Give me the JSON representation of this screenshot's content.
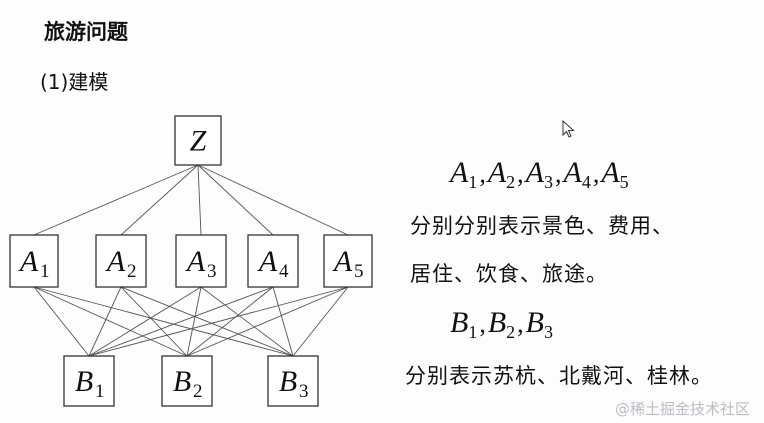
{
  "header": {
    "title": "旅游问题",
    "subtitle": "(1)建模"
  },
  "diagram": {
    "root": {
      "letter": "Z",
      "sub": ""
    },
    "criteria": [
      {
        "letter": "A",
        "sub": "1"
      },
      {
        "letter": "A",
        "sub": "2"
      },
      {
        "letter": "A",
        "sub": "3"
      },
      {
        "letter": "A",
        "sub": "4"
      },
      {
        "letter": "A",
        "sub": "5"
      }
    ],
    "alternatives": [
      {
        "letter": "B",
        "sub": "1"
      },
      {
        "letter": "B",
        "sub": "2"
      },
      {
        "letter": "B",
        "sub": "3"
      }
    ]
  },
  "explanation": {
    "a_symbols": [
      {
        "letter": "A",
        "sub": "1"
      },
      {
        "letter": "A",
        "sub": "2"
      },
      {
        "letter": "A",
        "sub": "3"
      },
      {
        "letter": "A",
        "sub": "4"
      },
      {
        "letter": "A",
        "sub": "5"
      }
    ],
    "a_line1": "分别分别表示景色、费用、",
    "a_line2": "居住、饮食、旅途。",
    "b_symbols": [
      {
        "letter": "B",
        "sub": "1"
      },
      {
        "letter": "B",
        "sub": "2"
      },
      {
        "letter": "B",
        "sub": "3"
      }
    ],
    "b_line1": "分别表示苏杭、北戴河、桂林。",
    "separator": ","
  },
  "watermark": "@稀土掘金技术社区"
}
